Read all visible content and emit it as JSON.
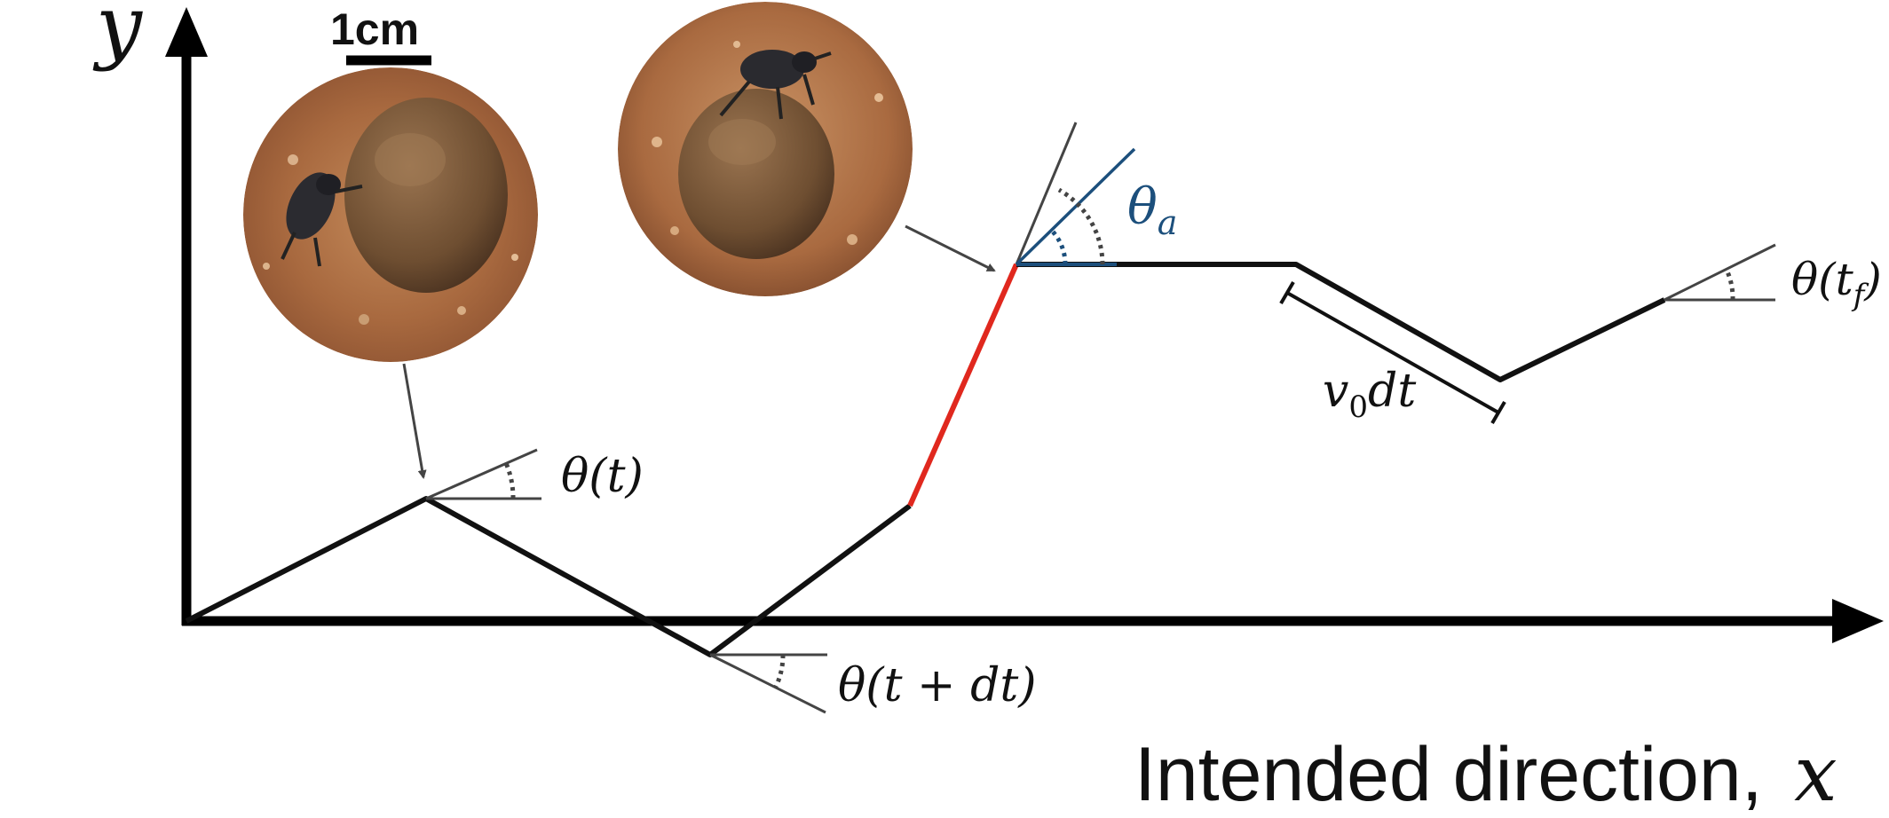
{
  "axes": {
    "y_label": "y",
    "x_label_text": "Intended direction,",
    "x_label_var": "x"
  },
  "scale_bar": {
    "label": "1cm"
  },
  "angles": {
    "theta_t": "θ(t)",
    "theta_t_dt": "θ(t + dt)",
    "theta_a": {
      "symbol": "θ",
      "subscript": "a"
    },
    "theta_tf": {
      "prefix": "θ(t",
      "subscript": "f",
      "suffix": ")"
    }
  },
  "step_length": {
    "v": "v",
    "subscript": "0",
    "rest": "dt"
  },
  "photos": [
    {
      "name": "beetle-pushing-dung-ball-photo",
      "subject": "dung beetle pushing dung ball"
    },
    {
      "name": "beetle-on-top-of-dung-ball-photo",
      "subject": "dung beetle standing on top of dung ball"
    }
  ],
  "colors": {
    "axis": "#000000",
    "path": "#111111",
    "highlight_step": "#e0281e",
    "theta_a_color": "#1c4f7c",
    "annotation": "#444444"
  }
}
